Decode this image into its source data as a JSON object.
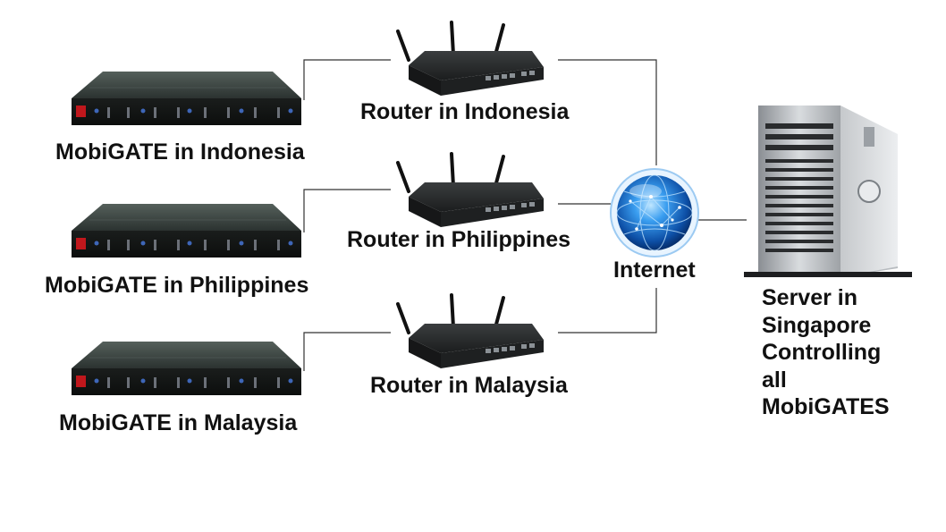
{
  "gateways": [
    {
      "label": "MobiGATE in Indonesia"
    },
    {
      "label": "MobiGATE in Philippines"
    },
    {
      "label": "MobiGATE in Malaysia"
    }
  ],
  "routers": [
    {
      "label": "Router in Indonesia"
    },
    {
      "label": "Router in Philippines"
    },
    {
      "label": "Router in Malaysia"
    }
  ],
  "internet": {
    "label": "Internet"
  },
  "server": {
    "lines": [
      "Server in",
      "Singapore",
      "Controlling",
      "all",
      "MobiGATES"
    ]
  },
  "colors": {
    "line": "#333333",
    "device_dark": "#2a2d2c",
    "globe_blue": "#1f78d1",
    "server_silver": "#c9ccd0",
    "power_switch": "#c0171c"
  },
  "icons": [
    "mobigate-device-icon",
    "router-icon",
    "globe-icon",
    "server-tower-icon"
  ]
}
